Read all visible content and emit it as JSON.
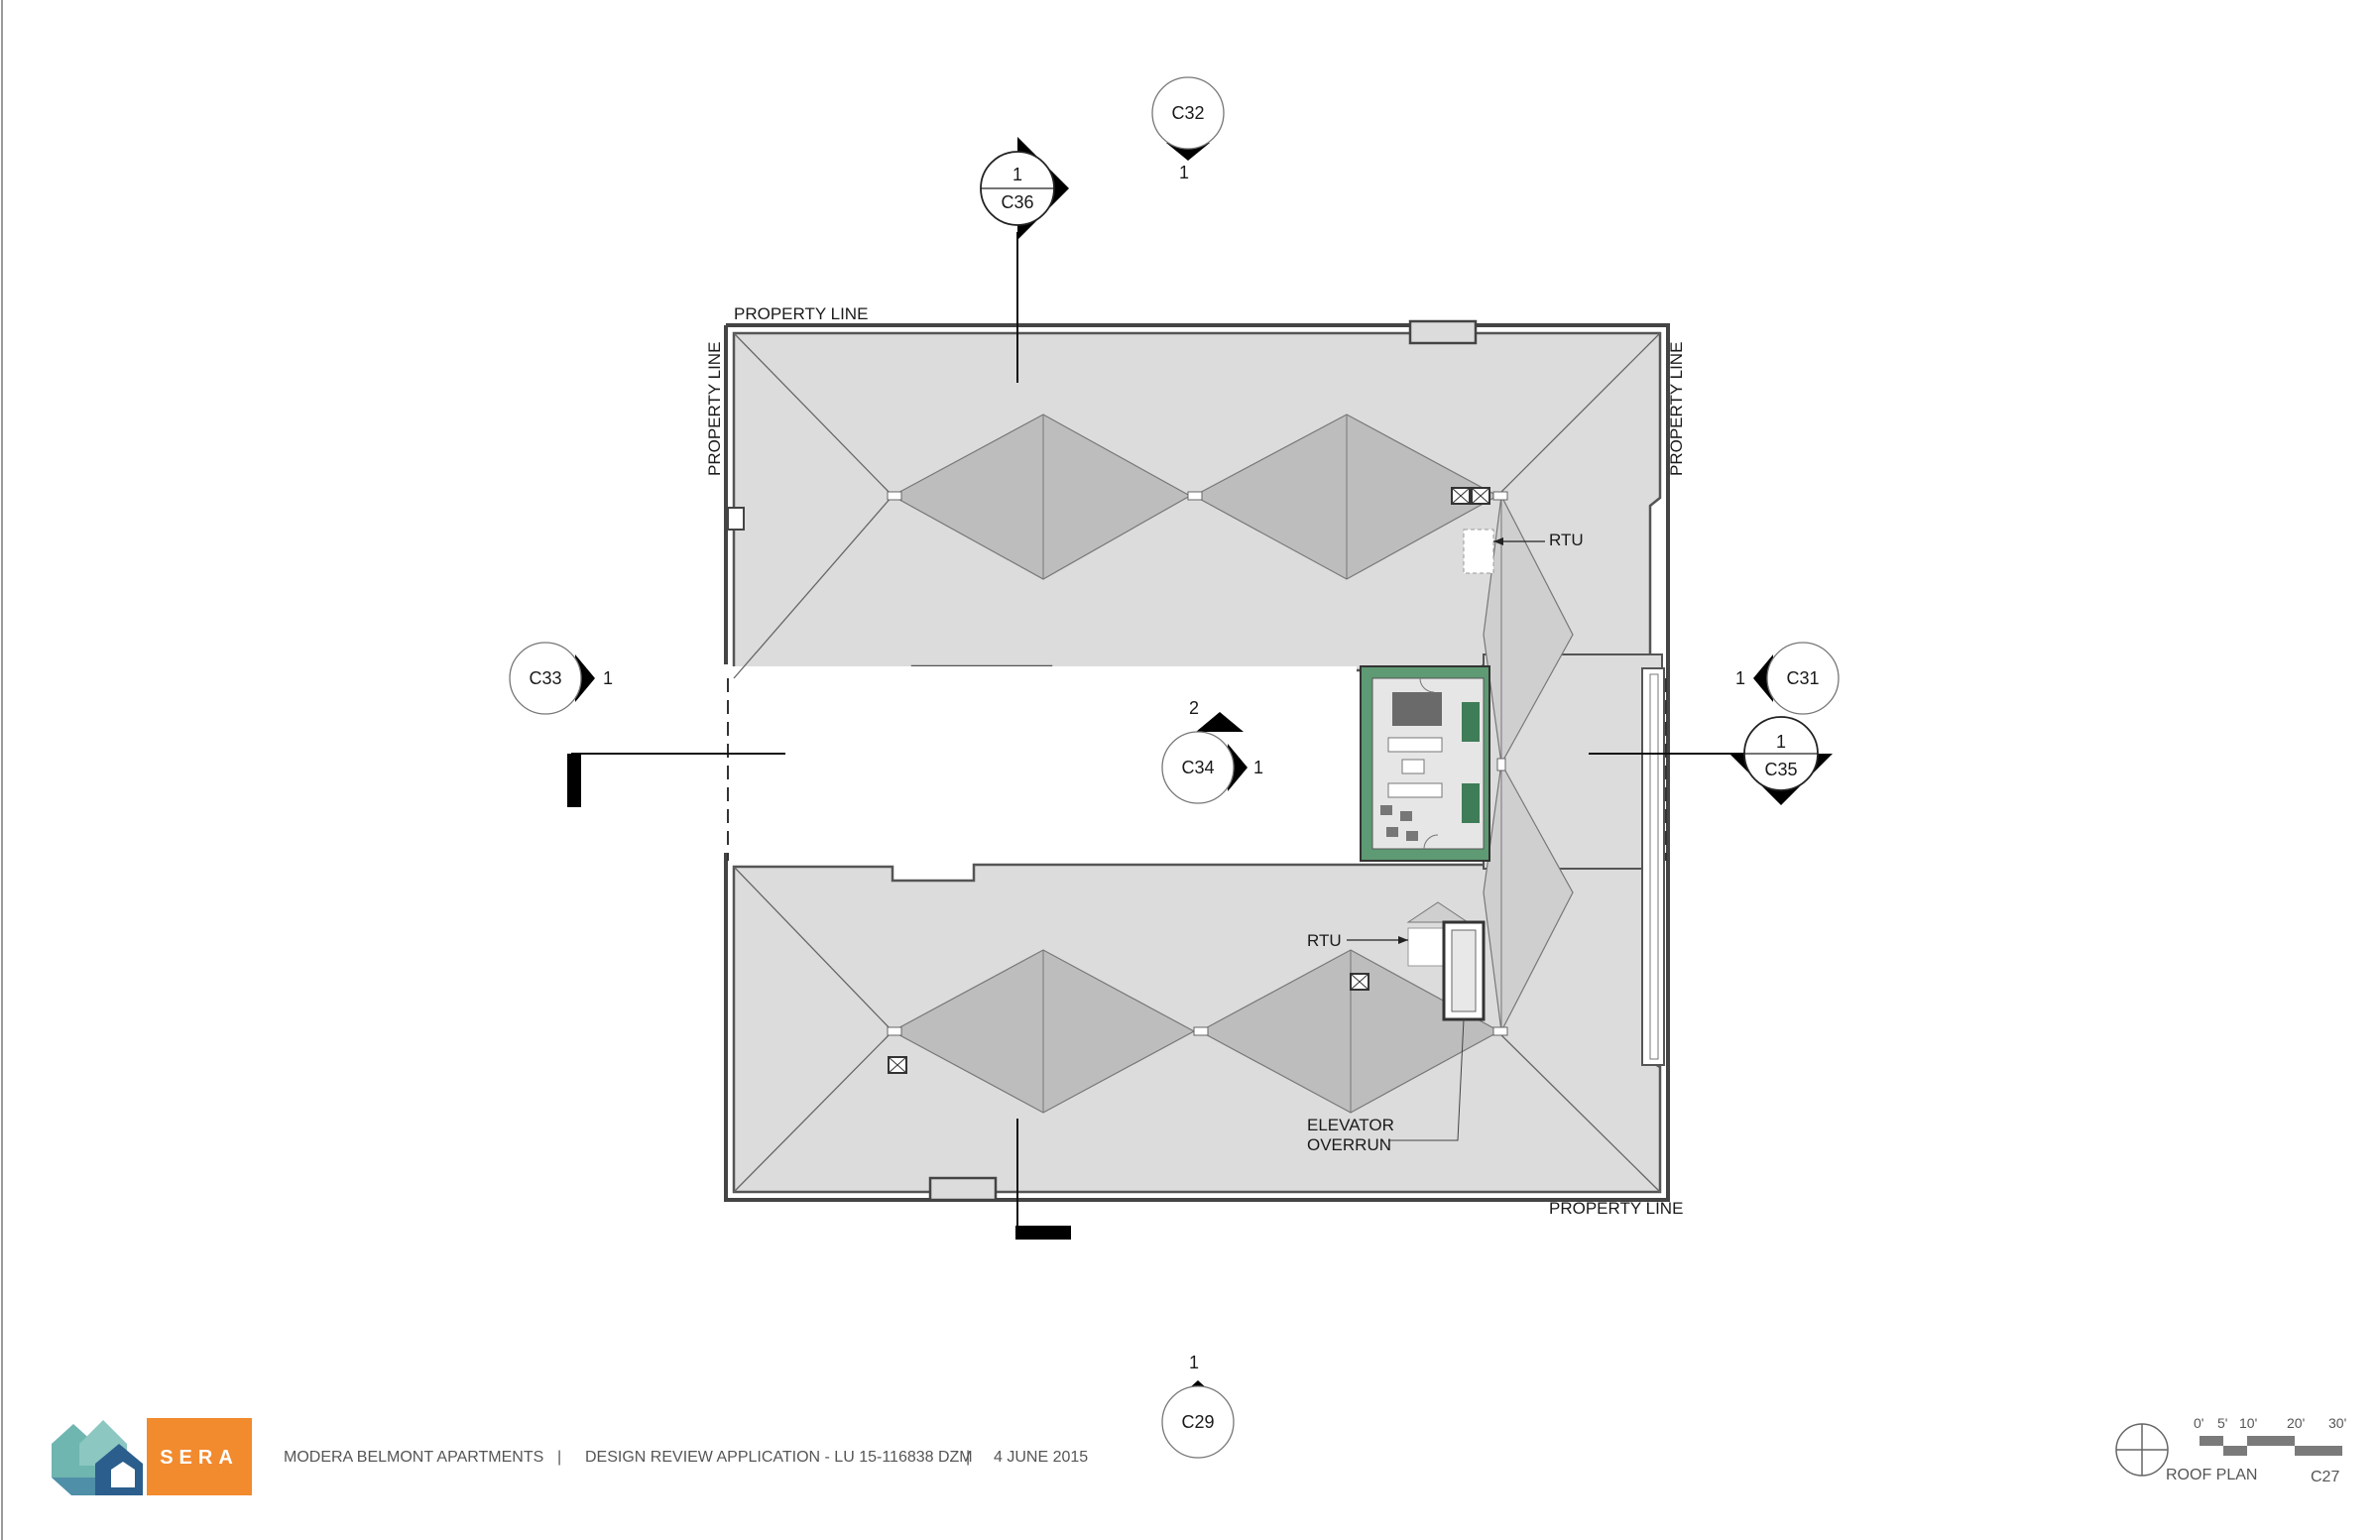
{
  "labels": {
    "property_line": "PROPERTY LINE",
    "rtu": "RTU",
    "elevator_overrun_1": "ELEVATOR",
    "elevator_overrun_2": "OVERRUN"
  },
  "callouts": {
    "c32": {
      "sheet": "C32",
      "num": "1"
    },
    "c36": {
      "sheet": "C36",
      "num": "1"
    },
    "c33": {
      "sheet": "C33",
      "num": "1"
    },
    "c31": {
      "sheet": "C31",
      "num": "1"
    },
    "c34": {
      "sheet": "C34",
      "num_top": "2",
      "num_right": "1"
    },
    "c35": {
      "sheet": "C35",
      "num": "1"
    },
    "c29": {
      "sheet": "C29",
      "num": "1"
    }
  },
  "footer": {
    "logo_text": "SERA",
    "project": "MODERA BELMONT APARTMENTS",
    "sep": "|",
    "application": "DESIGN REVIEW APPLICATION - LU 15-116838  DZM",
    "date": "4 JUNE 2015"
  },
  "scale": {
    "ticks": [
      "0'",
      "5'",
      "10'",
      "20'",
      "30'"
    ],
    "title": "ROOF PLAN",
    "sheet": "C27"
  },
  "colors": {
    "roof": "#dcdcdc",
    "pyramid": "#bdbdbd",
    "line": "#555555",
    "terrace_green": "#5e9a73",
    "sera_orange": "#f28a2e",
    "logo_teal": "#6fb5b0",
    "logo_blue": "#2b5e8c"
  }
}
